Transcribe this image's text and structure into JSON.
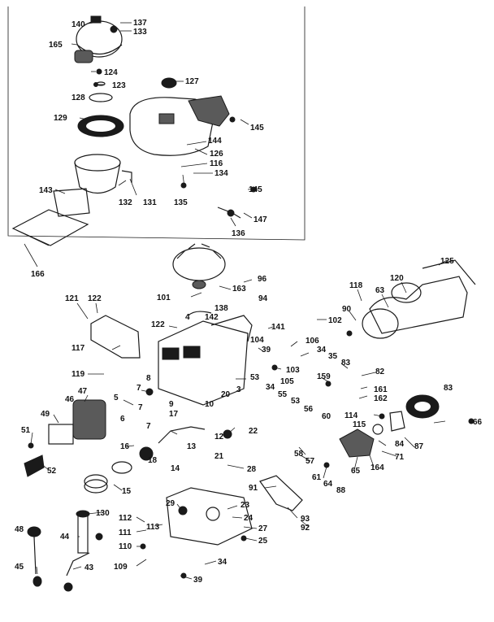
{
  "labels": [
    {
      "id": "l140",
      "text": "140"
    },
    {
      "id": "l137",
      "text": "137"
    },
    {
      "id": "l133",
      "text": "133"
    },
    {
      "id": "l165",
      "text": "165"
    },
    {
      "id": "l124",
      "text": "124"
    },
    {
      "id": "l123",
      "text": "123"
    },
    {
      "id": "l128",
      "text": "128"
    },
    {
      "id": "l127",
      "text": "127"
    },
    {
      "id": "l129",
      "text": "129"
    },
    {
      "id": "l145a",
      "text": "145"
    },
    {
      "id": "l144",
      "text": "144"
    },
    {
      "id": "l126",
      "text": "126"
    },
    {
      "id": "l116",
      "text": "116"
    },
    {
      "id": "l134",
      "text": "134"
    },
    {
      "id": "l143",
      "text": "143"
    },
    {
      "id": "l132",
      "text": "132"
    },
    {
      "id": "l131",
      "text": "131"
    },
    {
      "id": "l135",
      "text": "135"
    },
    {
      "id": "l145b",
      "text": "145"
    },
    {
      "id": "l147",
      "text": "147"
    },
    {
      "id": "l136",
      "text": "136"
    },
    {
      "id": "l166",
      "text": "166"
    },
    {
      "id": "l125",
      "text": "125"
    },
    {
      "id": "l118",
      "text": "118"
    },
    {
      "id": "l63a",
      "text": "63"
    },
    {
      "id": "l120",
      "text": "120"
    },
    {
      "id": "l90",
      "text": "90"
    },
    {
      "id": "l101",
      "text": "101"
    },
    {
      "id": "l163",
      "text": "163"
    },
    {
      "id": "l96",
      "text": "96"
    },
    {
      "id": "l121",
      "text": "121"
    },
    {
      "id": "l122a",
      "text": "122"
    },
    {
      "id": "l138",
      "text": "138"
    },
    {
      "id": "l94",
      "text": "94"
    },
    {
      "id": "l4",
      "text": "4"
    },
    {
      "id": "l142",
      "text": "142"
    },
    {
      "id": "l102",
      "text": "102"
    },
    {
      "id": "l122b",
      "text": "122"
    },
    {
      "id": "l141",
      "text": "141"
    },
    {
      "id": "l117",
      "text": "117"
    },
    {
      "id": "l104",
      "text": "104"
    },
    {
      "id": "l106",
      "text": "106"
    },
    {
      "id": "l39a",
      "text": "39"
    },
    {
      "id": "l34a",
      "text": "34"
    },
    {
      "id": "l35",
      "text": "35"
    },
    {
      "id": "l83a",
      "text": "83"
    },
    {
      "id": "l103",
      "text": "103"
    },
    {
      "id": "l119",
      "text": "119"
    },
    {
      "id": "l105",
      "text": "105"
    },
    {
      "id": "l159",
      "text": "159"
    },
    {
      "id": "l82",
      "text": "82"
    },
    {
      "id": "l53a",
      "text": "53"
    },
    {
      "id": "l34b",
      "text": "34"
    },
    {
      "id": "l8",
      "text": "8"
    },
    {
      "id": "l161",
      "text": "161"
    },
    {
      "id": "l7a",
      "text": "7"
    },
    {
      "id": "l3",
      "text": "3"
    },
    {
      "id": "l162",
      "text": "162"
    },
    {
      "id": "l83b",
      "text": "83"
    },
    {
      "id": "l20",
      "text": "20"
    },
    {
      "id": "l55",
      "text": "55"
    },
    {
      "id": "l49",
      "text": "49"
    },
    {
      "id": "l47",
      "text": "47"
    },
    {
      "id": "l46",
      "text": "46"
    },
    {
      "id": "l5",
      "text": "5"
    },
    {
      "id": "l9",
      "text": "9"
    },
    {
      "id": "l10",
      "text": "10"
    },
    {
      "id": "l53b",
      "text": "53"
    },
    {
      "id": "l56",
      "text": "56"
    },
    {
      "id": "l114",
      "text": "114"
    },
    {
      "id": "l66",
      "text": "66"
    },
    {
      "id": "l17a",
      "text": "17"
    },
    {
      "id": "l7b",
      "text": "7"
    },
    {
      "id": "l6",
      "text": "6"
    },
    {
      "id": "l7c",
      "text": "7"
    },
    {
      "id": "l115",
      "text": "115"
    },
    {
      "id": "l60",
      "text": "60"
    },
    {
      "id": "l22",
      "text": "22"
    },
    {
      "id": "l51",
      "text": "51"
    },
    {
      "id": "l16",
      "text": "16"
    },
    {
      "id": "l13",
      "text": "13"
    },
    {
      "id": "l12",
      "text": "12"
    },
    {
      "id": "l21",
      "text": "21"
    },
    {
      "id": "l84",
      "text": "84"
    },
    {
      "id": "l87",
      "text": "87"
    },
    {
      "id": "l58",
      "text": "58"
    },
    {
      "id": "l57",
      "text": "57"
    },
    {
      "id": "l18",
      "text": "18"
    },
    {
      "id": "l14",
      "text": "14"
    },
    {
      "id": "l71",
      "text": "71"
    },
    {
      "id": "l52",
      "text": "52"
    },
    {
      "id": "l65",
      "text": "65"
    },
    {
      "id": "l164",
      "text": "164"
    },
    {
      "id": "l28",
      "text": "28"
    },
    {
      "id": "l15",
      "text": "15"
    },
    {
      "id": "l61",
      "text": "61"
    },
    {
      "id": "l64",
      "text": "64"
    },
    {
      "id": "l91",
      "text": "91"
    },
    {
      "id": "l88",
      "text": "88"
    },
    {
      "id": "l29",
      "text": "29"
    },
    {
      "id": "l23",
      "text": "23"
    },
    {
      "id": "l130",
      "text": "130"
    },
    {
      "id": "l112",
      "text": "112"
    },
    {
      "id": "l113",
      "text": "113"
    },
    {
      "id": "l24",
      "text": "24"
    },
    {
      "id": "l93",
      "text": "93"
    },
    {
      "id": "l92",
      "text": "92"
    },
    {
      "id": "l48",
      "text": "48"
    },
    {
      "id": "l44",
      "text": "44"
    },
    {
      "id": "l111",
      "text": "111"
    },
    {
      "id": "l27",
      "text": "27"
    },
    {
      "id": "l110",
      "text": "110"
    },
    {
      "id": "l25",
      "text": "25"
    },
    {
      "id": "l109",
      "text": "109"
    },
    {
      "id": "l34c",
      "text": "34"
    },
    {
      "id": "l45",
      "text": "45"
    },
    {
      "id": "l43",
      "text": "43"
    },
    {
      "id": "l39b",
      "text": "39"
    }
  ]
}
